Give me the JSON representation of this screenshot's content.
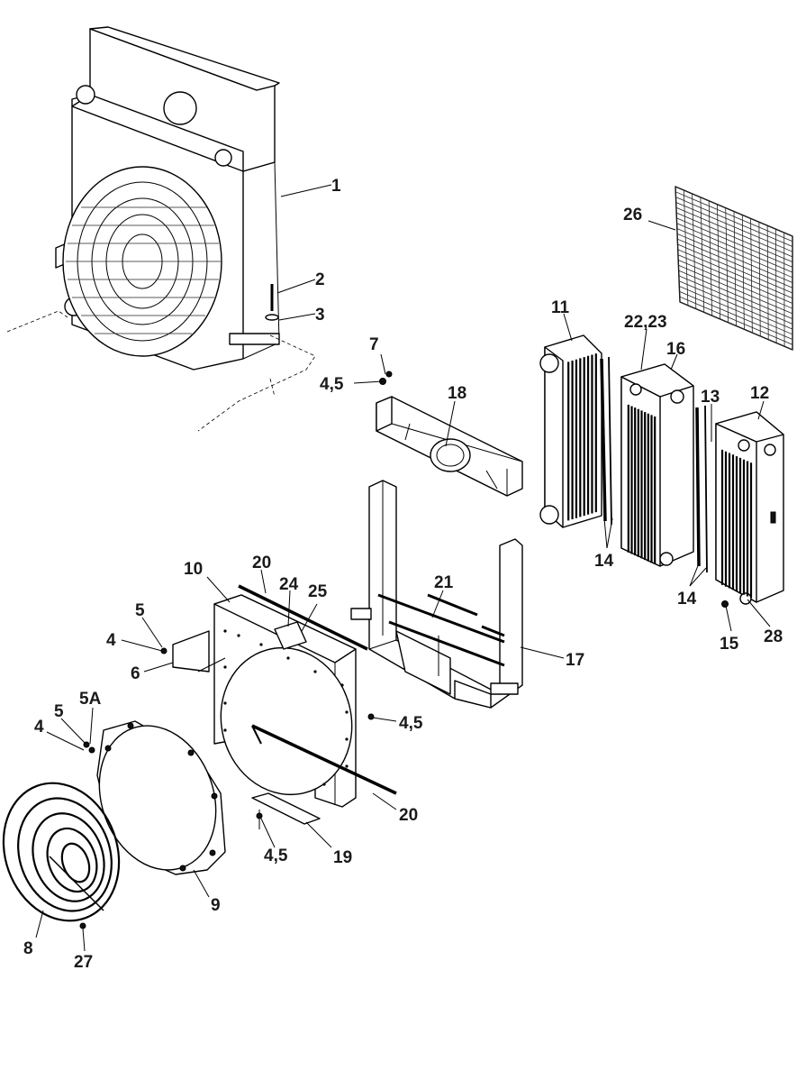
{
  "callouts": {
    "c1": "1",
    "c2": "2",
    "c3": "3",
    "c4a": "4",
    "c4b": "4",
    "c45a": "4,5",
    "c45b": "4,5",
    "c45c": "4,5",
    "c5a": "5",
    "c5b": "5",
    "c5A": "5A",
    "c6": "6",
    "c7": "7",
    "c8": "8",
    "c9": "9",
    "c10": "10",
    "c11": "11",
    "c12": "12",
    "c13": "13",
    "c14a": "14",
    "c14b": "14",
    "c15": "15",
    "c16": "16",
    "c17": "17",
    "c18": "18",
    "c19": "19",
    "c20a": "20",
    "c20b": "20",
    "c21": "21",
    "c2223": "22,23",
    "c24": "24",
    "c25": "25",
    "c26": "26",
    "c27": "27",
    "c28": "28"
  }
}
